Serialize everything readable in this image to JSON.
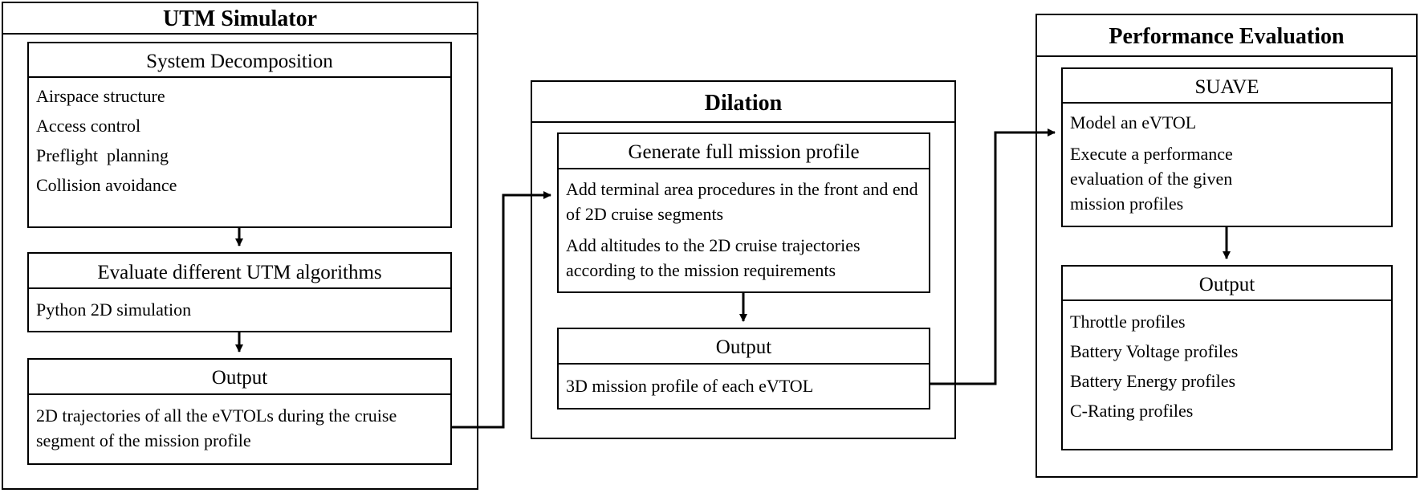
{
  "utm": {
    "title": "UTM Simulator",
    "decomp": {
      "title": "System Decomposition",
      "items": [
        "Airspace structure",
        "Access control",
        "Preflight  planning",
        "Collision avoidance"
      ]
    },
    "evaluate": {
      "title": "Evaluate different UTM algorithms",
      "items": [
        "Python 2D simulation"
      ]
    },
    "output": {
      "title": "Output",
      "items": [
        "2D trajectories of all the eVTOLs during the cruise segment of the mission profile"
      ]
    }
  },
  "dilation": {
    "title": "Dilation",
    "generate": {
      "title": "Generate full mission profile",
      "items": [
        "Add terminal area procedures in the front and end of 2D cruise segments",
        "Add altitudes to the 2D cruise trajectories according to the mission requirements"
      ]
    },
    "output": {
      "title": "Output",
      "items": [
        "3D mission profile of each eVTOL"
      ]
    }
  },
  "perf": {
    "title": "Performance Evaluation",
    "suave": {
      "title": "SUAVE",
      "items": [
        "Model an eVTOL",
        "Execute a performance evaluation of the given mission profiles"
      ]
    },
    "output": {
      "title": "Output",
      "items": [
        "Throttle profiles",
        "Battery Voltage profiles",
        "Battery Energy profiles",
        "C-Rating profiles"
      ]
    }
  }
}
